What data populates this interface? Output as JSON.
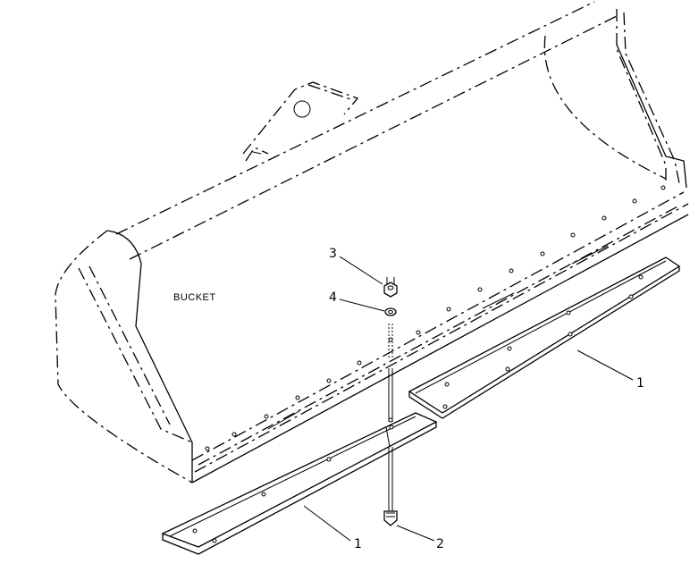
{
  "diagram": {
    "part_label": "BUCKET",
    "callouts": [
      {
        "id": "callout-3",
        "text": "3"
      },
      {
        "id": "callout-4",
        "text": "4"
      },
      {
        "id": "callout-1-right",
        "text": "1"
      },
      {
        "id": "callout-1-left",
        "text": "1"
      },
      {
        "id": "callout-2",
        "text": "2"
      }
    ]
  }
}
